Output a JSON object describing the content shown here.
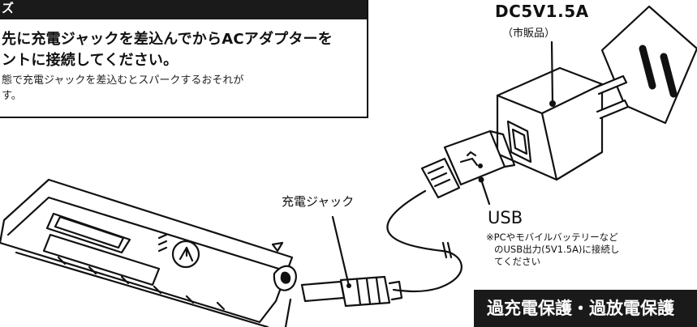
{
  "notice": {
    "heading": "ズ",
    "line1": "先に充電ジャックを差込んでからACアダプターを",
    "line2": "ントに接続してください。",
    "sub1": "態で充電ジャックを差込むとスパークするおそれが",
    "sub2": "す。"
  },
  "adapter": {
    "rating": "DC5V1.5A",
    "note": "（市販品）"
  },
  "jack": {
    "label": "充電ジャック"
  },
  "usb": {
    "label": "USB",
    "note_lines": [
      "※PCやモバイルバッテリーなど",
      "のUSB出力(5V1.5A)に接続し",
      "てください"
    ]
  },
  "banner": {
    "text": "過充電保護・過放電保護"
  },
  "colors": {
    "ink": "#111111",
    "banner_bg": "#1a1a1a",
    "paper": "#ffffff"
  }
}
